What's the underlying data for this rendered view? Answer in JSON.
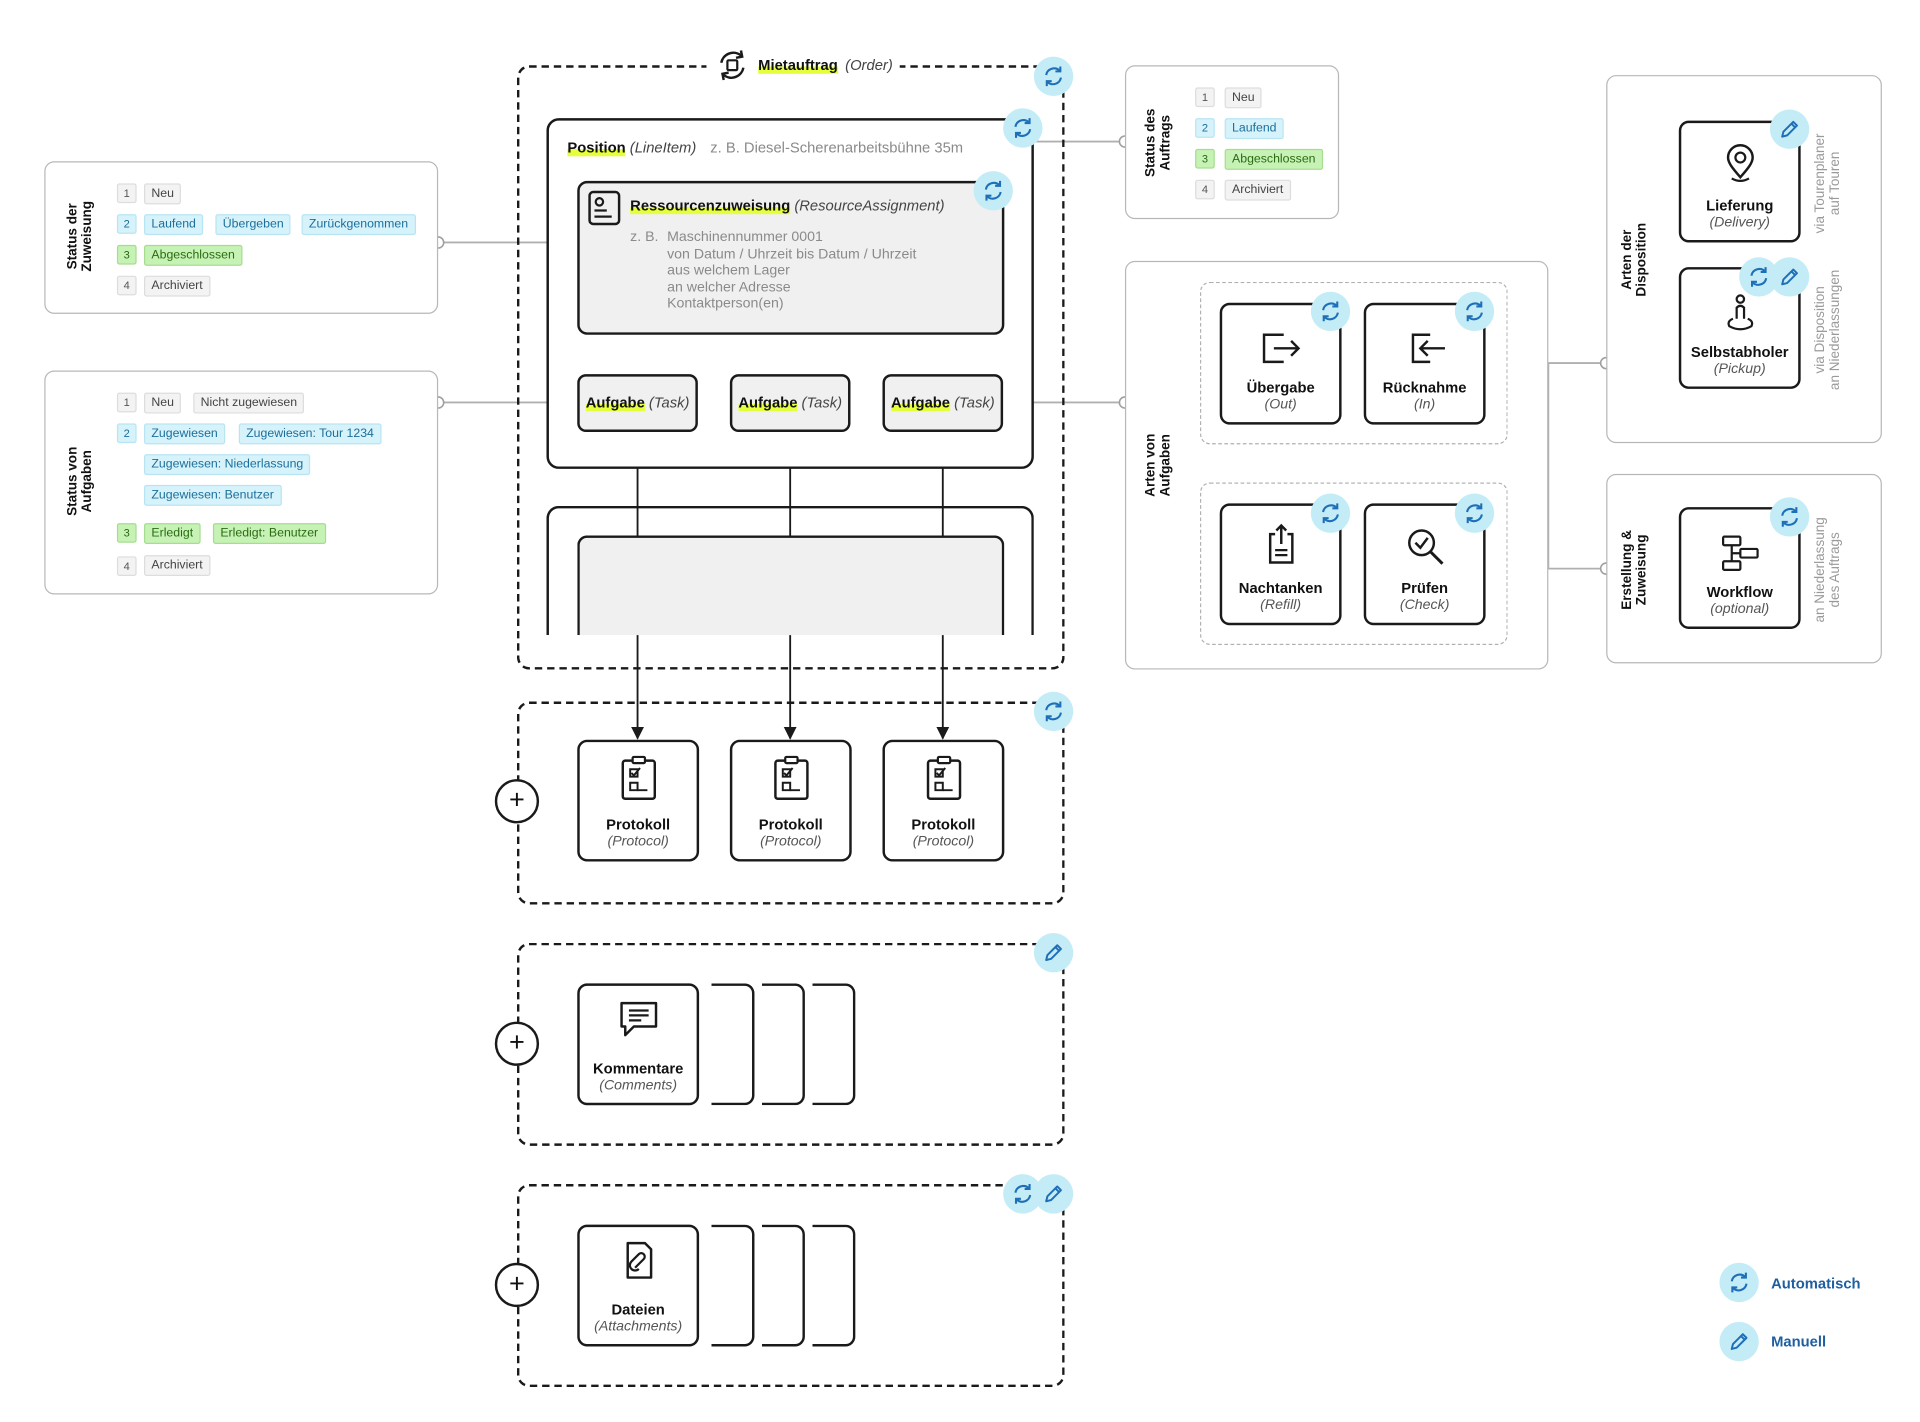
{
  "order": {
    "title": "Mietauftrag",
    "title_en": "(Order)"
  },
  "position": {
    "title": "Position",
    "title_en": "(LineItem)",
    "example": "z. B. Diesel-Scherenarbeitsbühne 35m"
  },
  "assignment": {
    "title": "Ressourcenzuweisung",
    "title_en": "(ResourceAssignment)",
    "example_prefix": "z. B.",
    "details": [
      "Maschinennummer 0001",
      "von Datum / Uhrzeit bis Datum / Uhrzeit",
      "aus welchem Lager",
      "an welcher Adresse",
      "Kontaktperson(en)"
    ]
  },
  "tasks": [
    {
      "title": "Aufgabe",
      "title_en": "(Task)"
    },
    {
      "title": "Aufgabe",
      "title_en": "(Task)"
    },
    {
      "title": "Aufgabe",
      "title_en": "(Task)"
    }
  ],
  "protocols": [
    {
      "title": "Protokoll",
      "title_en": "(Protocol)"
    },
    {
      "title": "Protokoll",
      "title_en": "(Protocol)"
    },
    {
      "title": "Protokoll",
      "title_en": "(Protocol)"
    }
  ],
  "comments": {
    "title": "Kommentare",
    "title_en": "(Comments)"
  },
  "attachments": {
    "title": "Dateien",
    "title_en": "(Attachments)"
  },
  "plus_symbol": "+",
  "status_assignment": {
    "label_line1": "Status der",
    "label_line2": "Zuweisung",
    "rows": [
      {
        "num": "1",
        "numStyle": "grey",
        "tags": [
          {
            "text": "Neu",
            "style": "grey"
          }
        ]
      },
      {
        "num": "2",
        "numStyle": "blue",
        "tags": [
          {
            "text": "Laufend",
            "style": "blue"
          },
          {
            "text": "Übergeben",
            "style": "blue"
          },
          {
            "text": "Zurückgenommen",
            "style": "blue"
          }
        ]
      },
      {
        "num": "3",
        "numStyle": "green",
        "tags": [
          {
            "text": "Abgeschlossen",
            "style": "green"
          }
        ]
      },
      {
        "num": "4",
        "numStyle": "grey",
        "tags": [
          {
            "text": "Archiviert",
            "style": "grey"
          }
        ]
      }
    ]
  },
  "status_tasks": {
    "label_line1": "Status von",
    "label_line2": "Aufgaben",
    "rows": [
      {
        "num": "1",
        "numStyle": "grey",
        "tags": [
          {
            "text": "Neu",
            "style": "grey"
          },
          {
            "text": "Nicht zugewiesen",
            "style": "grey"
          }
        ]
      },
      {
        "num": "2",
        "numStyle": "blue",
        "tags": [
          {
            "text": "Zugewiesen",
            "style": "blue"
          },
          {
            "text": "Zugewiesen: Tour 1234",
            "style": "blue"
          }
        ]
      },
      {
        "num": "",
        "numStyle": "none",
        "tags": [
          {
            "text": "Zugewiesen: Niederlassung",
            "style": "blue"
          }
        ]
      },
      {
        "num": "",
        "numStyle": "none",
        "tags": [
          {
            "text": "Zugewiesen: Benutzer",
            "style": "blue"
          }
        ]
      },
      {
        "num": "3",
        "numStyle": "green",
        "tags": [
          {
            "text": "Erledigt",
            "style": "green"
          },
          {
            "text": "Erledigt: Benutzer",
            "style": "green"
          }
        ]
      },
      {
        "num": "4",
        "numStyle": "grey",
        "tags": [
          {
            "text": "Archiviert",
            "style": "grey"
          }
        ]
      }
    ]
  },
  "status_order": {
    "label_line1": "Status des",
    "label_line2": "Auftrags",
    "rows": [
      {
        "num": "1",
        "numStyle": "grey",
        "tags": [
          {
            "text": "Neu",
            "style": "grey"
          }
        ]
      },
      {
        "num": "2",
        "numStyle": "blue",
        "tags": [
          {
            "text": "Laufend",
            "style": "blue"
          }
        ]
      },
      {
        "num": "3",
        "numStyle": "green",
        "tags": [
          {
            "text": "Abgeschlossen",
            "style": "green"
          }
        ]
      },
      {
        "num": "4",
        "numStyle": "grey",
        "tags": [
          {
            "text": "Archiviert",
            "style": "grey"
          }
        ]
      }
    ]
  },
  "task_types": {
    "label_line1": "Arten von",
    "label_line2": "Aufgaben",
    "items": [
      {
        "title": "Übergabe",
        "title_en": "(Out)"
      },
      {
        "title": "Rücknahme",
        "title_en": "(In)"
      },
      {
        "title": "Nachtanken",
        "title_en": "(Refill)"
      },
      {
        "title": "Prüfen",
        "title_en": "(Check)"
      }
    ]
  },
  "dispatch": {
    "label_line1": "Arten der",
    "label_line2": "Disposition",
    "delivery": {
      "title": "Lieferung",
      "title_en": "(Delivery)"
    },
    "pickup": {
      "title": "Selbstabholer",
      "title_en": "(Pickup)"
    },
    "note1_line1": "via Tourenplaner",
    "note1_line2": "auf Touren",
    "note2_line1": "via Disposition",
    "note2_line2": "an Niederlassungen"
  },
  "creation": {
    "label_line1": "Erstellung &",
    "label_line2": "Zuweisung",
    "workflow": {
      "title": "Workflow",
      "title_en": "(optional)"
    },
    "note_line1": "an Niederlassung",
    "note_line2": "des Auftrags"
  },
  "legend": {
    "auto": "Automatisch",
    "manual": "Manuell"
  },
  "colors": {
    "highlight": "#e6ff3d",
    "badge": "#c4ecf7",
    "badge_icon": "#1f6fb8",
    "legend_text": "#1f5fa0"
  },
  "icons": {
    "auto": "refresh-icon",
    "manual": "pencil-icon",
    "order": "order-cycle-icon",
    "assignment": "id-card-icon",
    "protocol": "checklist-icon",
    "comments": "comment-icon",
    "attachments": "paperclip-file-icon",
    "handover": "exit-arrow-icon",
    "return": "enter-arrow-icon",
    "refill": "upload-file-icon",
    "check": "magnifier-check-icon",
    "delivery": "location-pin-icon",
    "pickup": "person-pin-icon",
    "workflow": "workflow-icon"
  }
}
